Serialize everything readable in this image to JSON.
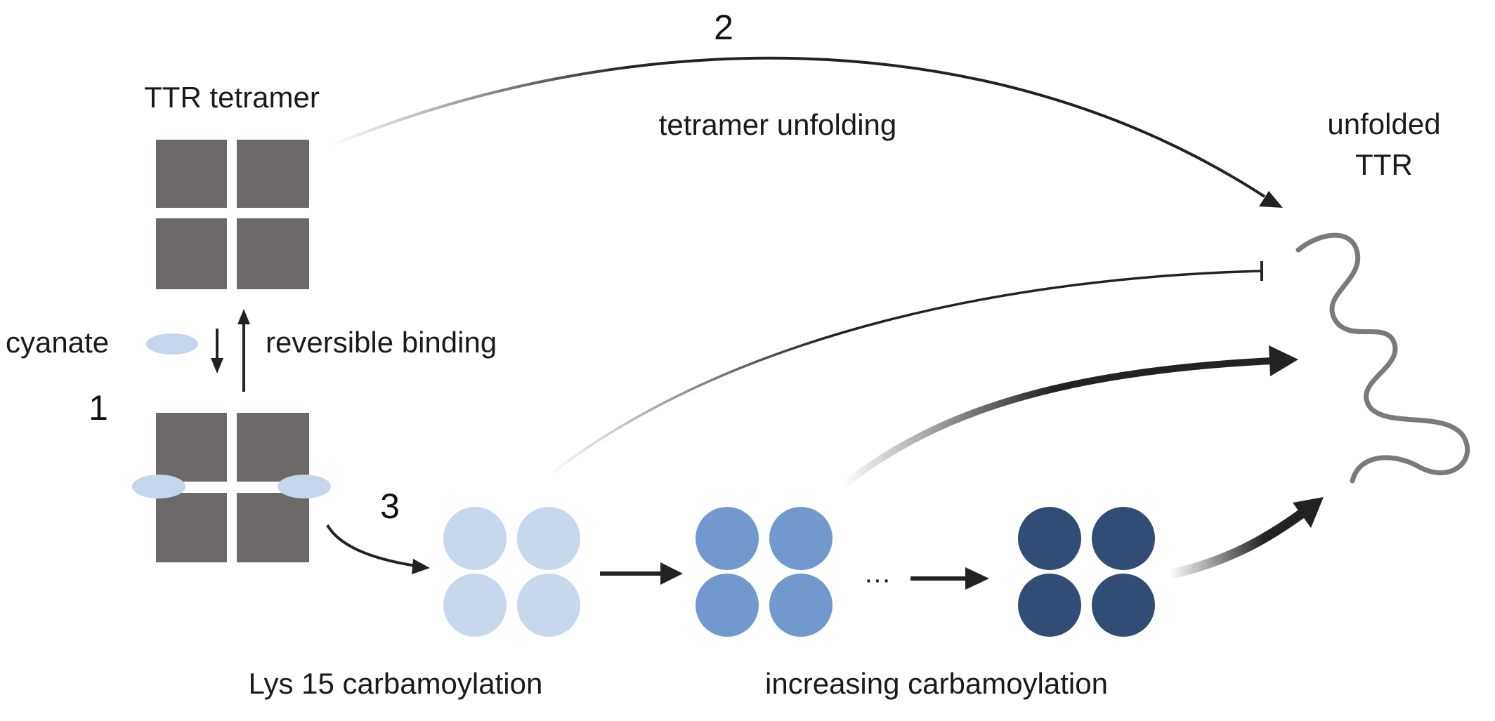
{
  "labels": {
    "ttr_tetramer": "TTR tetramer",
    "tetramer_unfolding": "tetramer unfolding",
    "unfolded_line1": "unfolded",
    "unfolded_line2": "TTR",
    "cyanate": "cyanate",
    "reversible_binding": "reversible binding",
    "lys15": "Lys 15 carbamoylation",
    "increasing": "increasing carbamoylation",
    "ellipsis": "···"
  },
  "step_numbers": {
    "one": "1",
    "two": "2",
    "three": "3"
  },
  "colors": {
    "tetramer_gray": "#6d6969",
    "cyanate_blue": "#c5d6ec",
    "light_blue": "#c7d8ed",
    "mid_blue": "#7299cd",
    "dark_blue": "#314d75",
    "unfolded_gray": "#7a7a7a",
    "arrow": "#222222"
  }
}
